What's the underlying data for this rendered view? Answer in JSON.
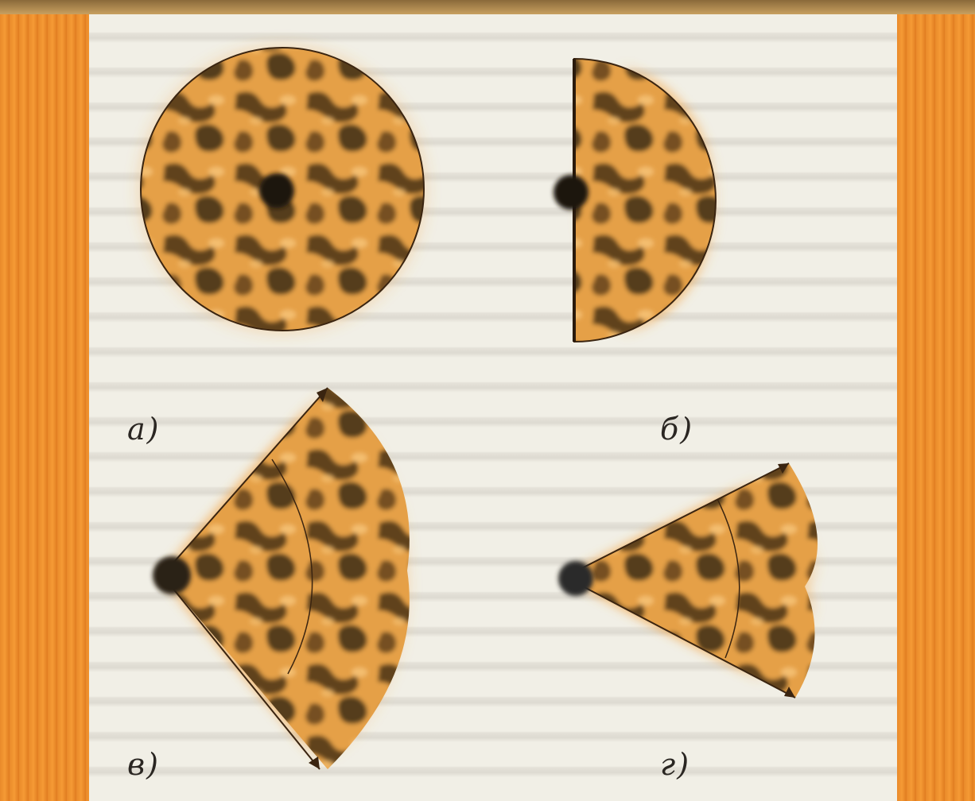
{
  "figure": {
    "labels": {
      "a": "а)",
      "b": "б)",
      "v": "в)",
      "g": "г)"
    }
  },
  "colors": {
    "page_background": "#f1efe6",
    "side_stripe": "#f59a35",
    "fill_light": "#e9a348",
    "fill_dark": "#3a2c1a",
    "outline": "#3a2410"
  },
  "icons": [
    "full-disc-icon",
    "half-disc-icon",
    "cone-sector-icon",
    "narrow-cone-sector-icon"
  ]
}
